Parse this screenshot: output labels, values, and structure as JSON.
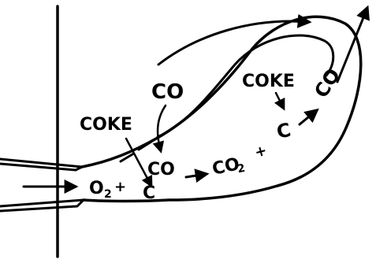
{
  "labels": {
    "coke_left": "COKE",
    "coke_right": "COKE",
    "co_top": "CO",
    "co_middle": "CO",
    "co_right": "CO",
    "o2": "O",
    "o2_sub": "2",
    "plus_left": "+",
    "c_left": "C",
    "co2": "CO",
    "co2_sub": "2",
    "plus_right": "+",
    "c_right": "C"
  },
  "colors": {
    "ink": "#000000",
    "background": "#ffffff"
  }
}
